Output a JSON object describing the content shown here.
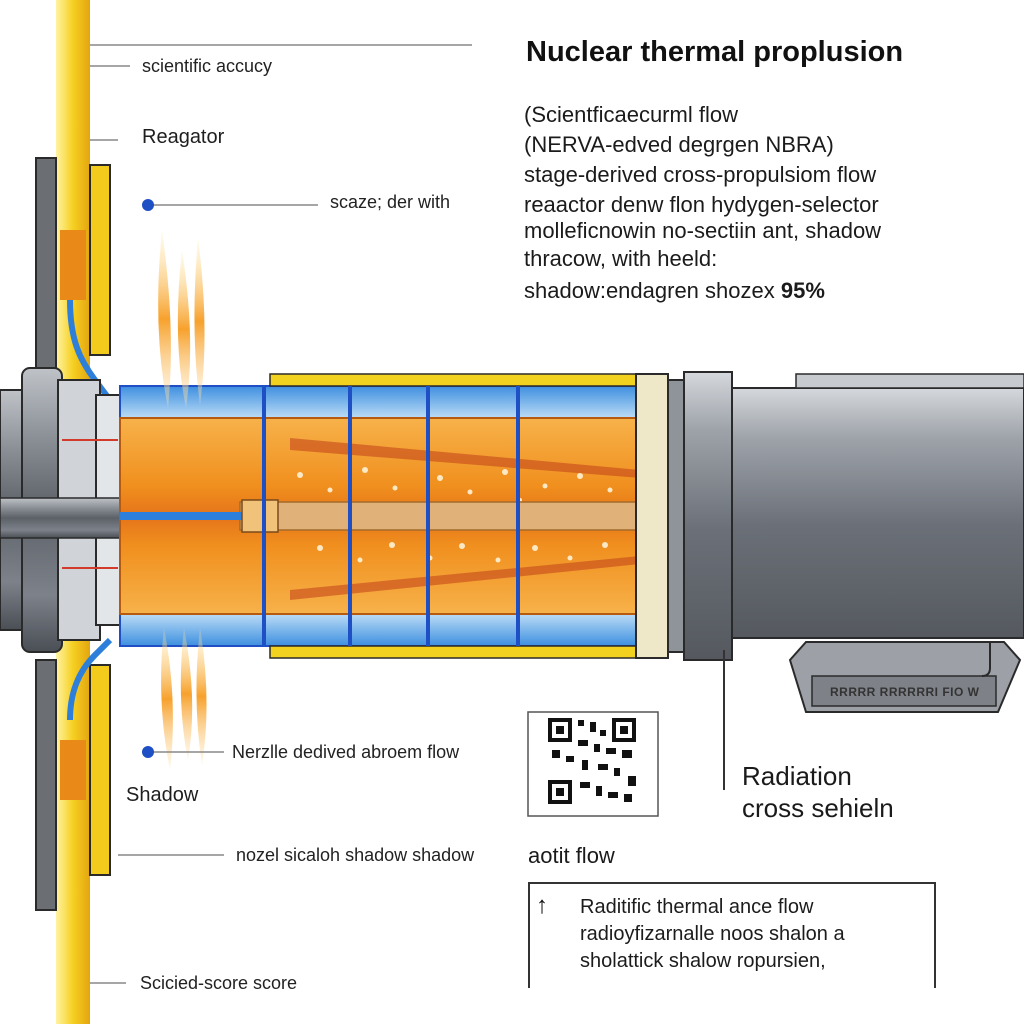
{
  "title": "Nuclear thermal proplusion",
  "description_lines": [
    "(Scientficaecurml flow",
    "(NERVA-edved degrgen NBRA)",
    "stage-derived cross-propulsiom flow",
    "reaactor denw flon hydygen-selector",
    "molleficnowin no-sectiin ant, shadow",
    "thracow, with heeld:"
  ],
  "description_last": "shadow:endagren shozex",
  "description_pct": "95%",
  "callouts": {
    "top": "scientific accucy",
    "reactor": "Reagator",
    "scaze": "scaze; der with",
    "nozzle": "Nerzlle dedived abroem flow",
    "shadow": "Shadow",
    "nozel_shadow": "nozel sicaloh shadow shadow",
    "bottom": "Scicied-score score"
  },
  "radiation_label": [
    "Radiation",
    "cross sehieln"
  ],
  "exhaust_title": "aotit flow",
  "exhaust_lines": [
    "Raditific thermal ance flow",
    "radioyfizarnalle noos shalon a",
    "sholattick shalow ropursien,"
  ],
  "shield_plate_label": "RRRRR RRRRRRI FIO W",
  "colors": {
    "core_orange": "#f39a1f",
    "core_deep": "#e8711a",
    "coolant_blue": "#2e7fd9",
    "rod_blue": "#1f4fc4",
    "casing_gray": "#6a6e74",
    "frame_yellow": "#f1c40f"
  },
  "icons": [
    "qr-code-icon",
    "up-arrow-icon",
    "flame-icon"
  ]
}
